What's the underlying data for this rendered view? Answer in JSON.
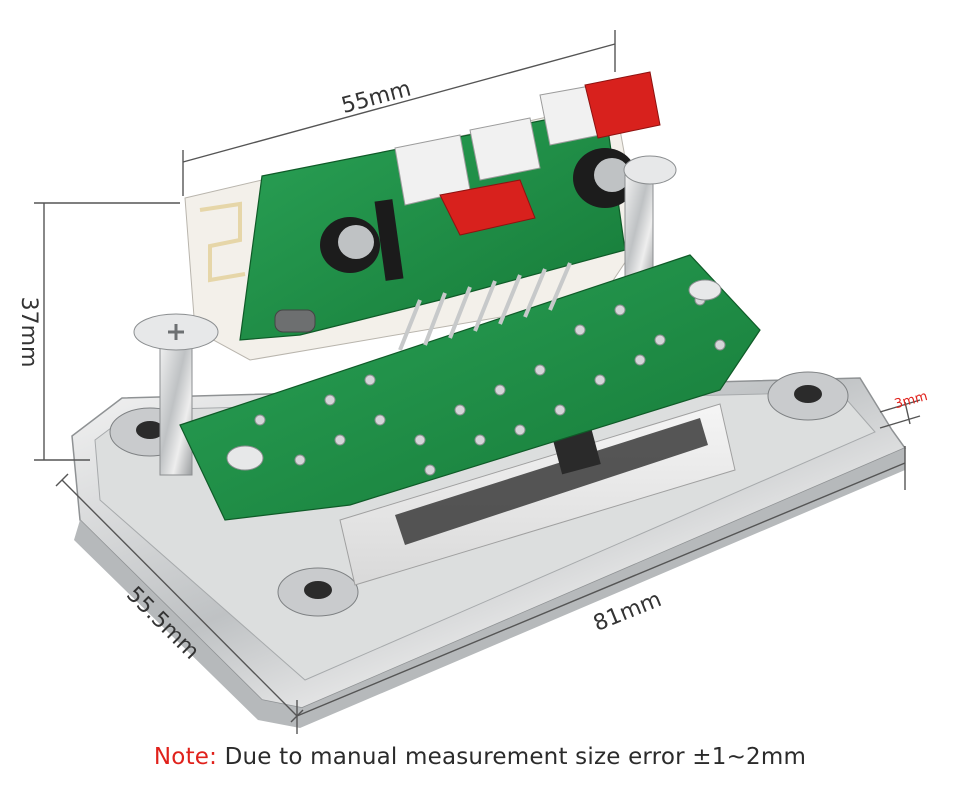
{
  "dimensions": {
    "top_width": "55mm",
    "height": "37mm",
    "depth": "55.5mm",
    "front_length": "81mm",
    "panel_thickness": "3mm"
  },
  "note": {
    "label": "Note:",
    "text": " Due to manual measurement size error ±1~2mm"
  },
  "colors": {
    "note_label": "#e0211b",
    "pcb_green": "#1e8a44",
    "connector_red": "#d8211d",
    "dimension_line": "#555555"
  }
}
